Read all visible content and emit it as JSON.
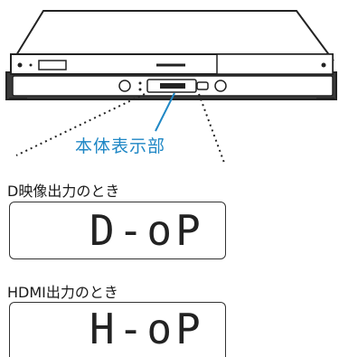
{
  "callout": {
    "text": "本体表示部"
  },
  "displays": [
    {
      "caption": "D映像出力のとき",
      "readout": "D-oP"
    },
    {
      "caption": "HDMI出力のとき",
      "readout": "H-oP"
    }
  ],
  "colors": {
    "callout": "#1f87c5",
    "outline": "#222222"
  }
}
